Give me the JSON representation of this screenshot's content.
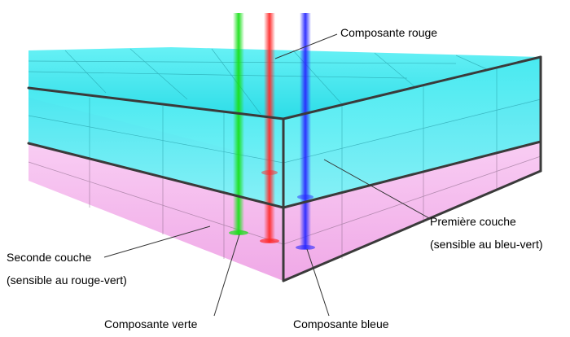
{
  "labels": {
    "red": "Composante rouge",
    "green": "Composante verte",
    "blue": "Composante bleue",
    "first_layer": "Première couche",
    "first_layer_note": "(sensible au bleu-vert)",
    "second_layer": "Seconde couche",
    "second_layer_note": "(sensible au rouge-vert)"
  },
  "colors": {
    "top_layer": "#2fe3ec",
    "bottom_layer": "#f1a7e8",
    "frame": "#3a3a3a",
    "beam_red": "#ff2a2a",
    "beam_green": "#18e018",
    "beam_blue": "#2828ff"
  }
}
